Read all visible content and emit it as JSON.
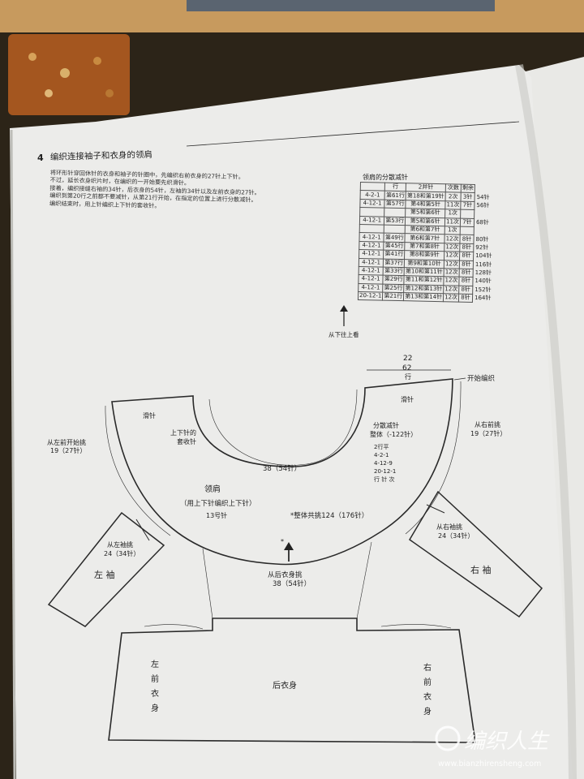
{
  "section": {
    "number": "4",
    "title": "编织连接袖子和衣身的领肩"
  },
  "intro_lines": [
    "将环形针穿回休针的衣身和袖子的针圈中，先编织右前衣身的27针上下针。",
    "不过，延长衣身织片时，在编织的一开始要先织滑针。",
    "接着，编织接缝右袖的34针，后衣身的54针，左袖的34针以及左前衣身的27针。",
    "编织到第20行之前都不要减针，从第21行开始，在指定的位置上进行分散减针。",
    "编织结束时，用上针编织上下针的套收针。"
  ],
  "table": {
    "title": "领肩的分散减针",
    "headers": [
      "行",
      "2并针",
      "次数",
      "剩余"
    ],
    "rows": [
      {
        "rule": "4-2-1",
        "row": "第61行",
        "dec": "第18和第19针",
        "count": "2次",
        "rem": "3针",
        "side": "54针"
      },
      {
        "rule": "4-12-1",
        "row": "第57行",
        "dec": "第4和第5针",
        "count": "11次",
        "rem": "7针",
        "side": "56针"
      },
      {
        "rule": "",
        "row": "",
        "dec": "第5和第6针",
        "count": "1次",
        "rem": "",
        "side": ""
      },
      {
        "rule": "4-12-1",
        "row": "第53行",
        "dec": "第5和第6针",
        "count": "11次",
        "rem": "7针",
        "side": "68针"
      },
      {
        "rule": "",
        "row": "",
        "dec": "第6和第7针",
        "count": "1次",
        "rem": "",
        "side": ""
      },
      {
        "rule": "4-12-1",
        "row": "第49行",
        "dec": "第6和第7针",
        "count": "12次",
        "rem": "8针",
        "side": "80针"
      },
      {
        "rule": "4-12-1",
        "row": "第45行",
        "dec": "第7和第8针",
        "count": "12次",
        "rem": "8针",
        "side": "92针"
      },
      {
        "rule": "4-12-1",
        "row": "第41行",
        "dec": "第8和第9针",
        "count": "12次",
        "rem": "8针",
        "side": "104针"
      },
      {
        "rule": "4-12-1",
        "row": "第37行",
        "dec": "第9和第10针",
        "count": "12次",
        "rem": "8针",
        "side": "116针"
      },
      {
        "rule": "4-12-1",
        "row": "第33行",
        "dec": "第10和第11针",
        "count": "12次",
        "rem": "8针",
        "side": "128针"
      },
      {
        "rule": "4-12-1",
        "row": "第29行",
        "dec": "第11和第12针",
        "count": "12次",
        "rem": "8针",
        "side": "140针"
      },
      {
        "rule": "4-12-1",
        "row": "第25行",
        "dec": "第12和第13针",
        "count": "12次",
        "rem": "8针",
        "side": "152针"
      },
      {
        "rule": "20-12-1",
        "row": "第21行",
        "dec": "第13和第14针",
        "count": "12次",
        "rem": "8针",
        "side": "164针"
      }
    ]
  },
  "labels": {
    "read_direction": "从下往上看",
    "top_width": "22",
    "top_rows_num": "62",
    "top_rows_unit": "行",
    "start_knit": "开始编织",
    "slip_left": "滑针",
    "slip_right": "滑针",
    "from_front_start_a": "从左前开始挑",
    "from_front_start_b": "19（27针）",
    "from_right_front_a": "从右前挑",
    "from_right_front_b": "19（27针）",
    "bind_off_a": "上下针的",
    "bind_off_b": "套收针",
    "neck_width": "38（54针）",
    "dec_a": "分散减针",
    "dec_b": "整体（-122针）",
    "dec_rows": [
      "2行平",
      "4-2-1",
      "4-12-9",
      "20-12-1",
      "行 针 次"
    ],
    "yoke": "领肩",
    "yoke_sub": "（用上下针编织上下针）",
    "needle": "13号针",
    "total_pick": "*整体共挑124（176针）",
    "from_left_sleeve_a": "从左袖挑",
    "from_left_sleeve_b": "24（34针）",
    "from_right_sleeve_a": "从右袖挑",
    "from_right_sleeve_b": "24（34针）",
    "from_back_a": "从后衣身挑",
    "from_back_b": "38（54针）",
    "left_sleeve": "左 袖",
    "right_sleeve": "右 袖",
    "back_body": "后衣身",
    "left_front": [
      "左",
      "前",
      "衣",
      "身"
    ],
    "right_front": [
      "右",
      "前",
      "衣",
      "身"
    ]
  },
  "watermark": {
    "brand": "编织人生",
    "url": "www.bianzhirensheng.com"
  }
}
